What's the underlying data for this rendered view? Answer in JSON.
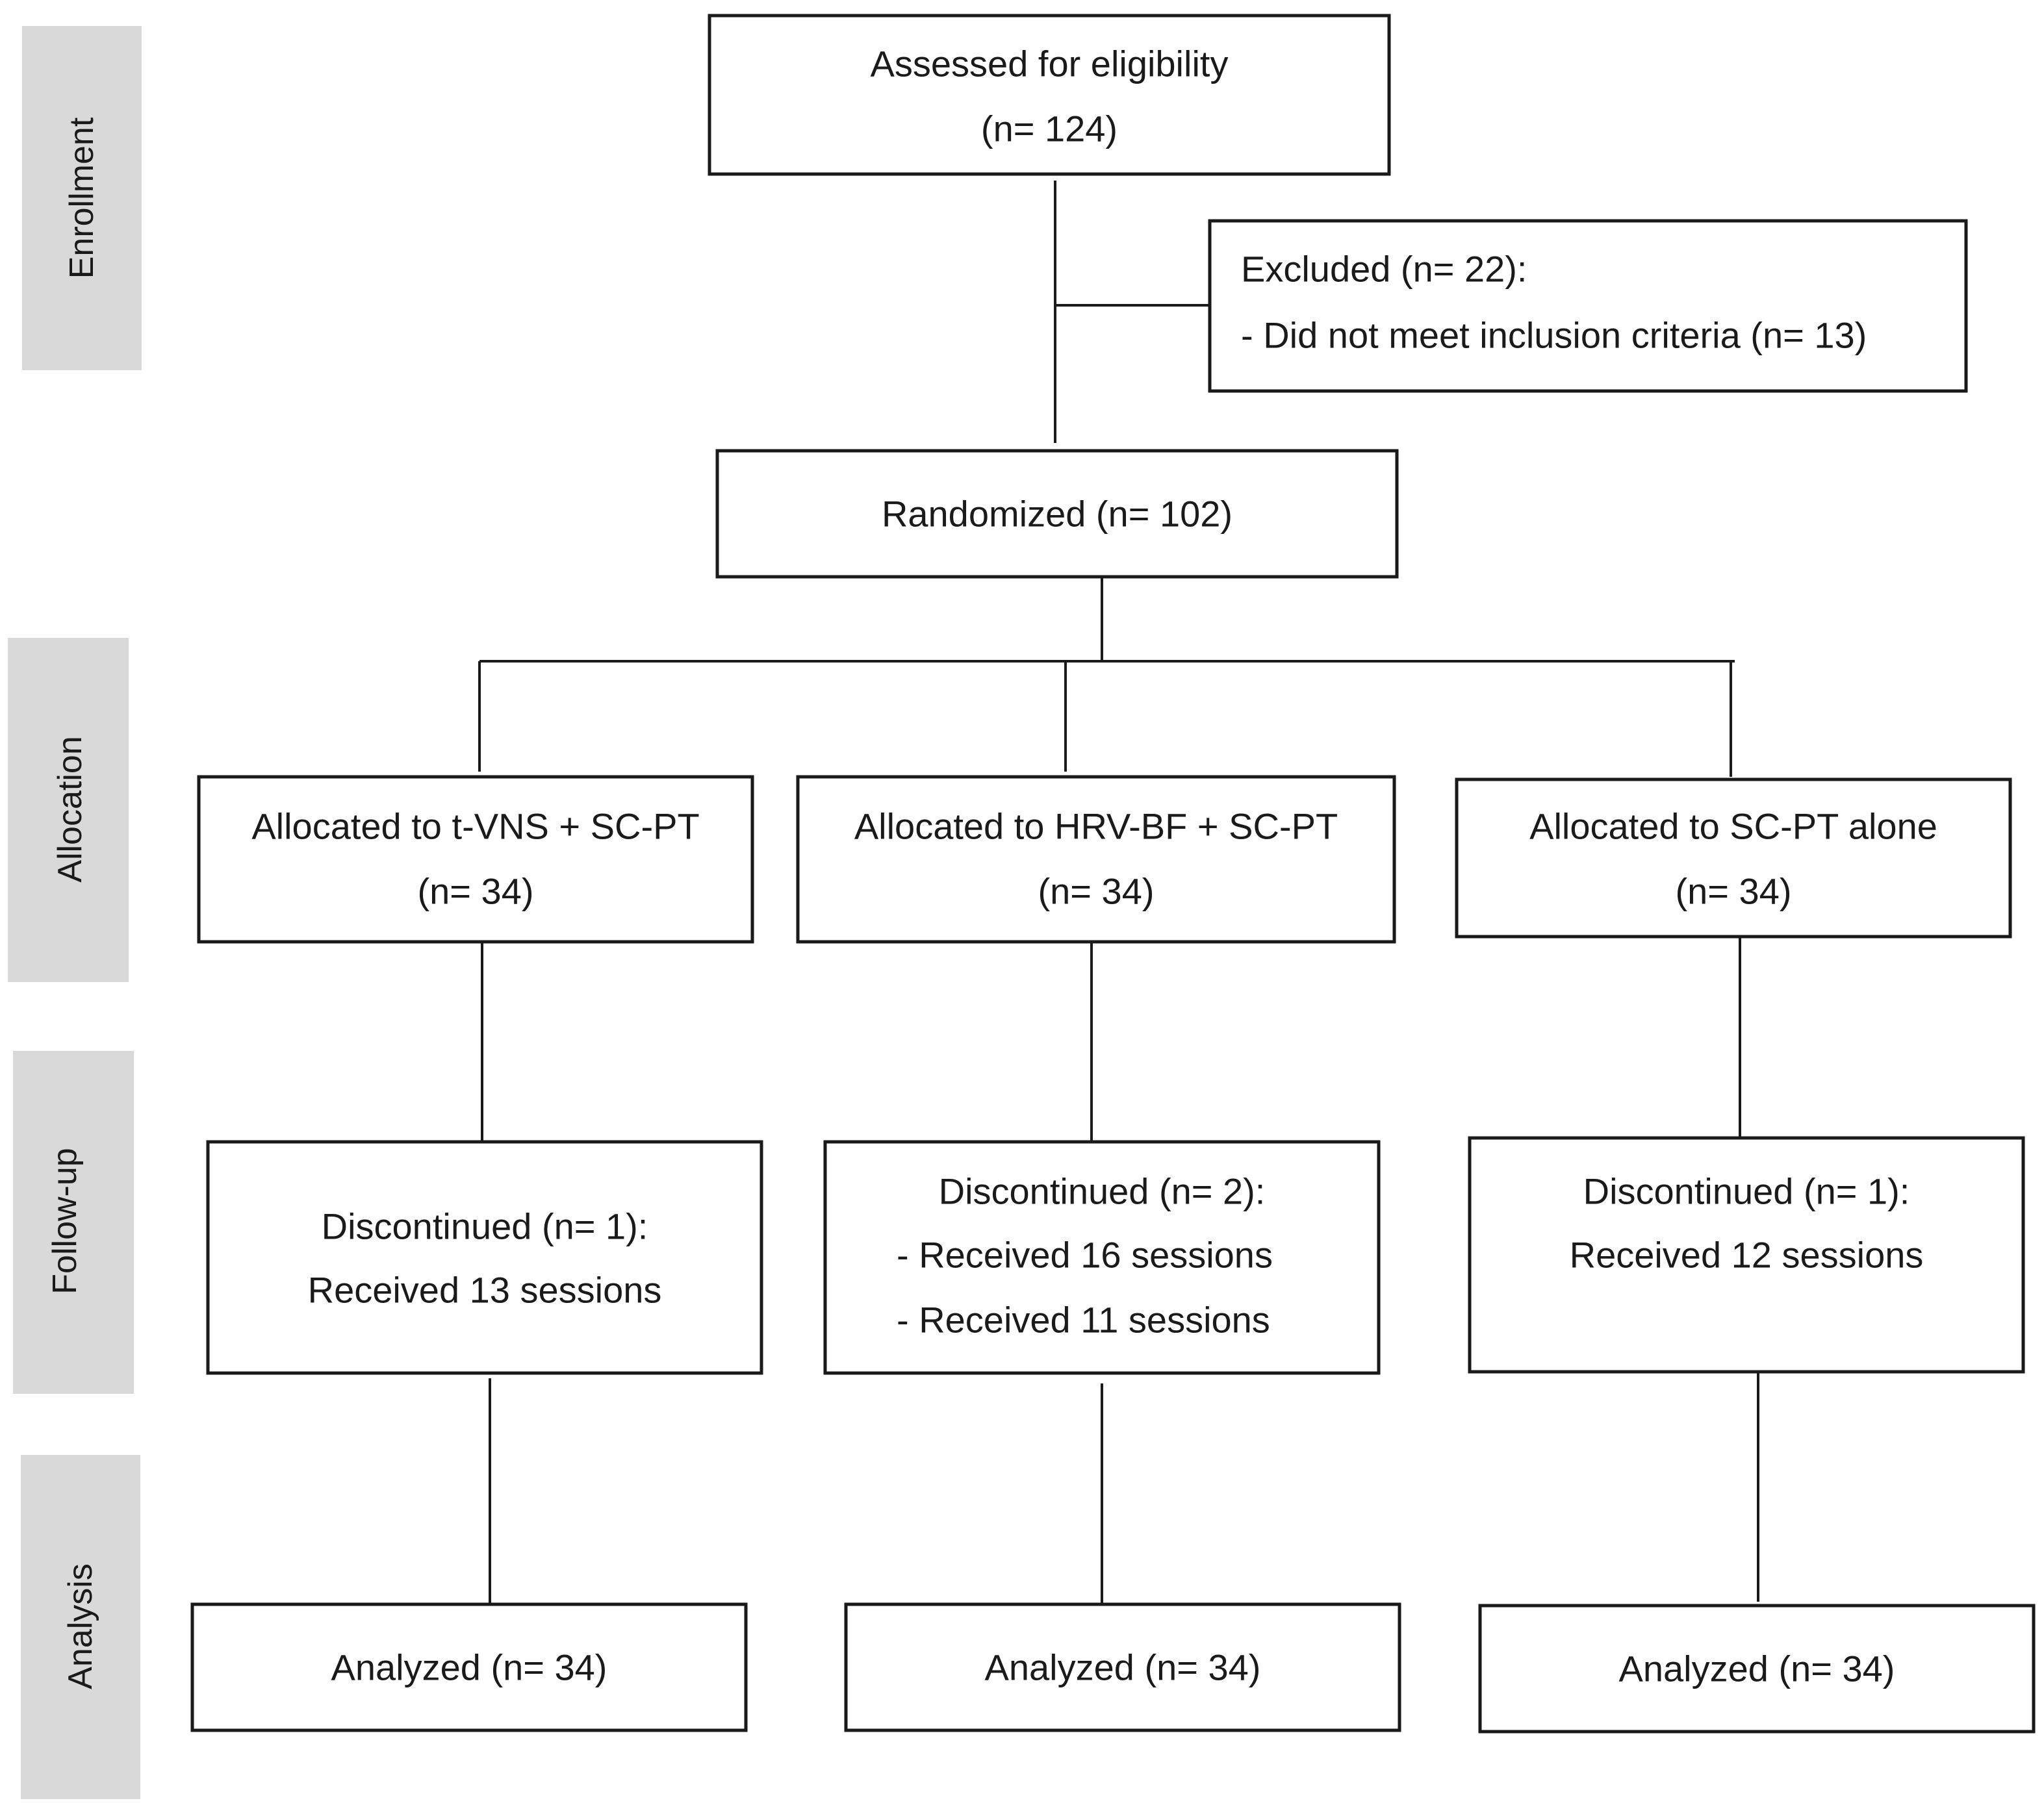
{
  "stages": {
    "enrollment": "Enrollment",
    "allocation": "Allocation",
    "followup": "Follow-up",
    "analysis": "Analysis"
  },
  "assessed": {
    "line1": "Assessed for eligibility",
    "line2": "(n= 124)"
  },
  "excluded": {
    "line1": "Excluded (n= 22):",
    "line2": "- Did not meet inclusion criteria (n= 13)"
  },
  "randomized": {
    "line1": "Randomized (n= 102)"
  },
  "alloc_tvns": {
    "line1": "Allocated to t-VNS + SC-PT",
    "line2": "(n= 34)"
  },
  "alloc_hrv": {
    "line1": "Allocated to HRV-BF + SC-PT",
    "line2": "(n= 34)"
  },
  "alloc_scpt": {
    "line1": "Allocated to SC-PT alone",
    "line2": "(n= 34)"
  },
  "disc_tvns": {
    "line1": "Discontinued (n= 1):",
    "line2": "Received 13 sessions"
  },
  "disc_hrv": {
    "line1": "Discontinued (n= 2):",
    "line2": "- Received 16 sessions",
    "line3": "- Received 11 sessions"
  },
  "disc_scpt": {
    "line1": "Discontinued (n= 1):",
    "line2": "Received 12 sessions"
  },
  "analyzed_tvns": {
    "line1": "Analyzed (n= 34)"
  },
  "analyzed_hrv": {
    "line1": "Analyzed (n= 34)"
  },
  "analyzed_scpt": {
    "line1": "Analyzed (n= 34)"
  }
}
